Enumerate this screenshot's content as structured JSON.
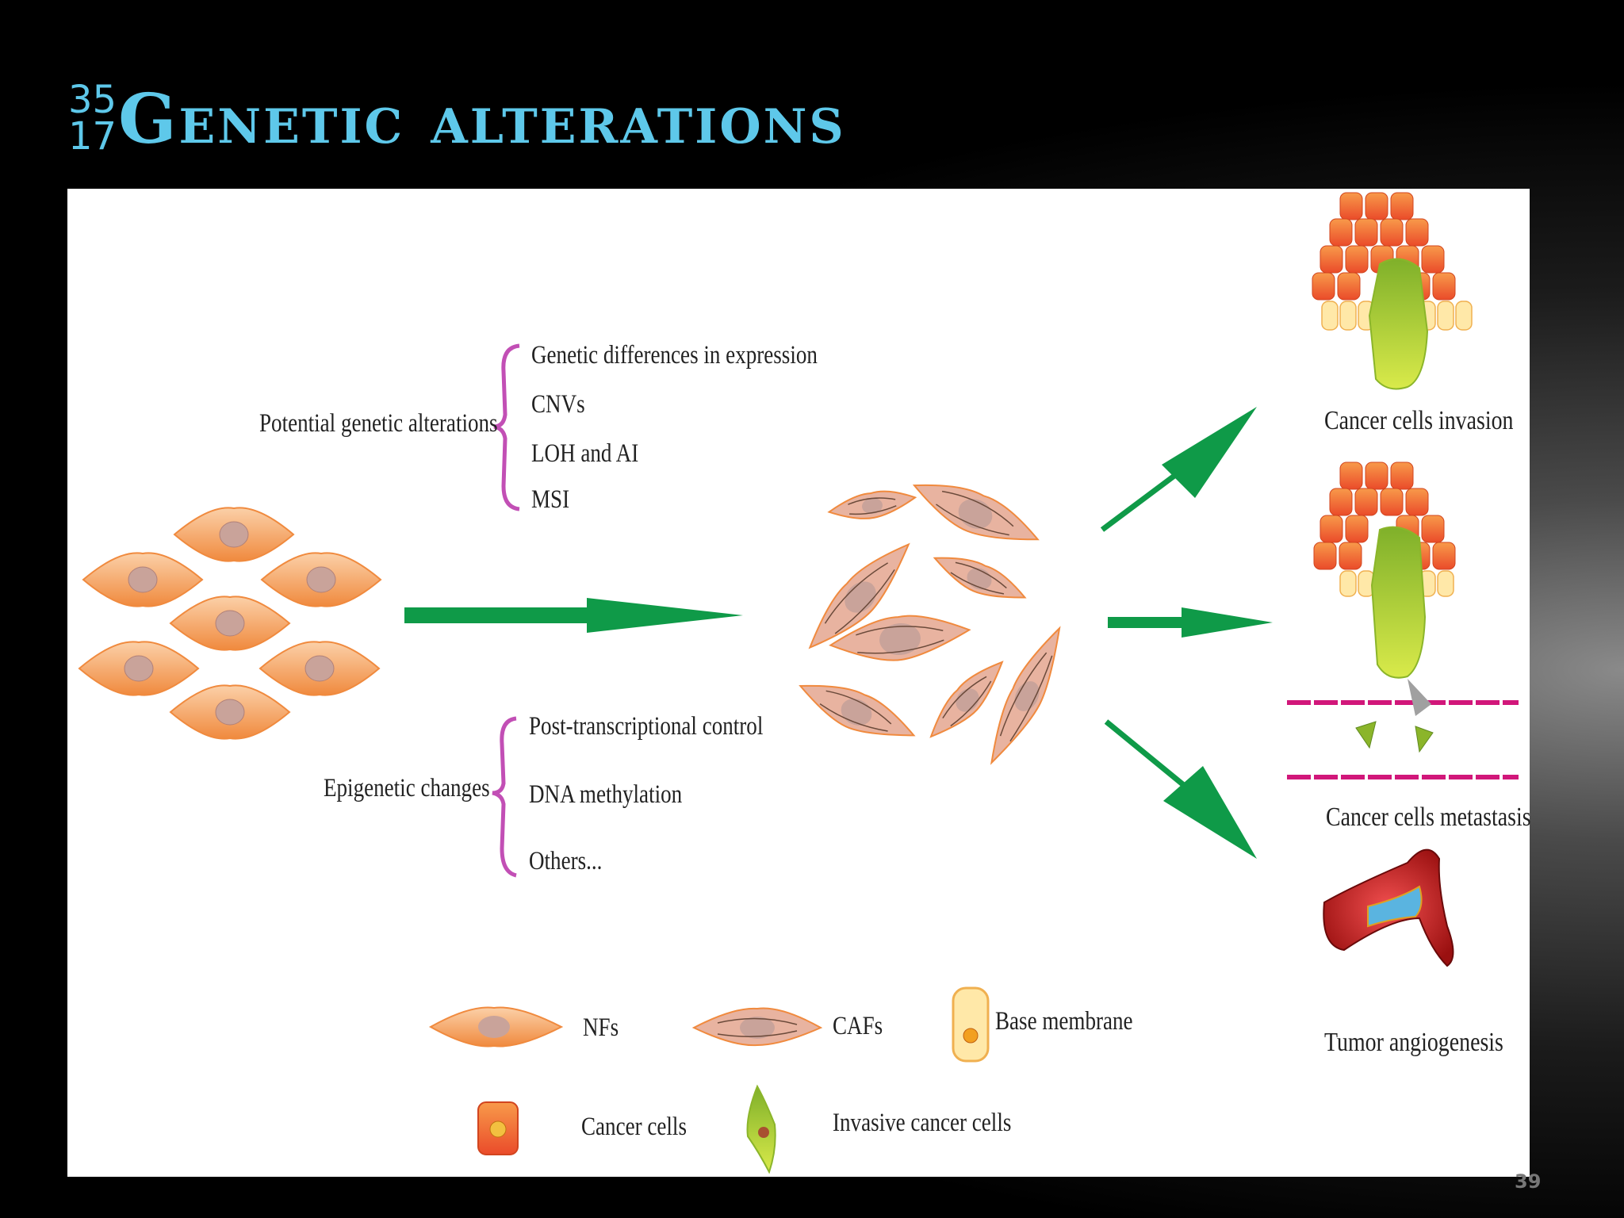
{
  "slide": {
    "title_num_top": "35",
    "title_num_bottom": "17",
    "title": "Genetic alterations",
    "page_number": "39"
  },
  "genetic": {
    "label": "Potential genetic alterations",
    "items": [
      "Genetic differences in expression",
      "CNVs",
      "LOH and AI",
      "MSI"
    ]
  },
  "epigenetic": {
    "label": "Epigenetic changes",
    "items": [
      "Post-transcriptional control",
      "DNA methylation",
      "Others..."
    ]
  },
  "outcomes": {
    "invasion": "Cancer cells invasion",
    "metastasis": "Cancer cells metastasis",
    "angiogenesis": "Tumor angiogenesis"
  },
  "legend": {
    "nfs": "NFs",
    "cafs": "CAFs",
    "base_membrane": "Base membrane",
    "cancer_cells": "Cancer cells",
    "invasive": "Invasive cancer cells"
  },
  "colors": {
    "title": "#5ec8ea",
    "arrow": "#0f9a48",
    "nf_cell": "#f4a96a",
    "nucleus": "#c9a39a",
    "brace": "#c24fb5",
    "membrane": "#d1177a",
    "cancer_cell": "#f26b2d",
    "invasive_cell": "#a6cc2a"
  }
}
